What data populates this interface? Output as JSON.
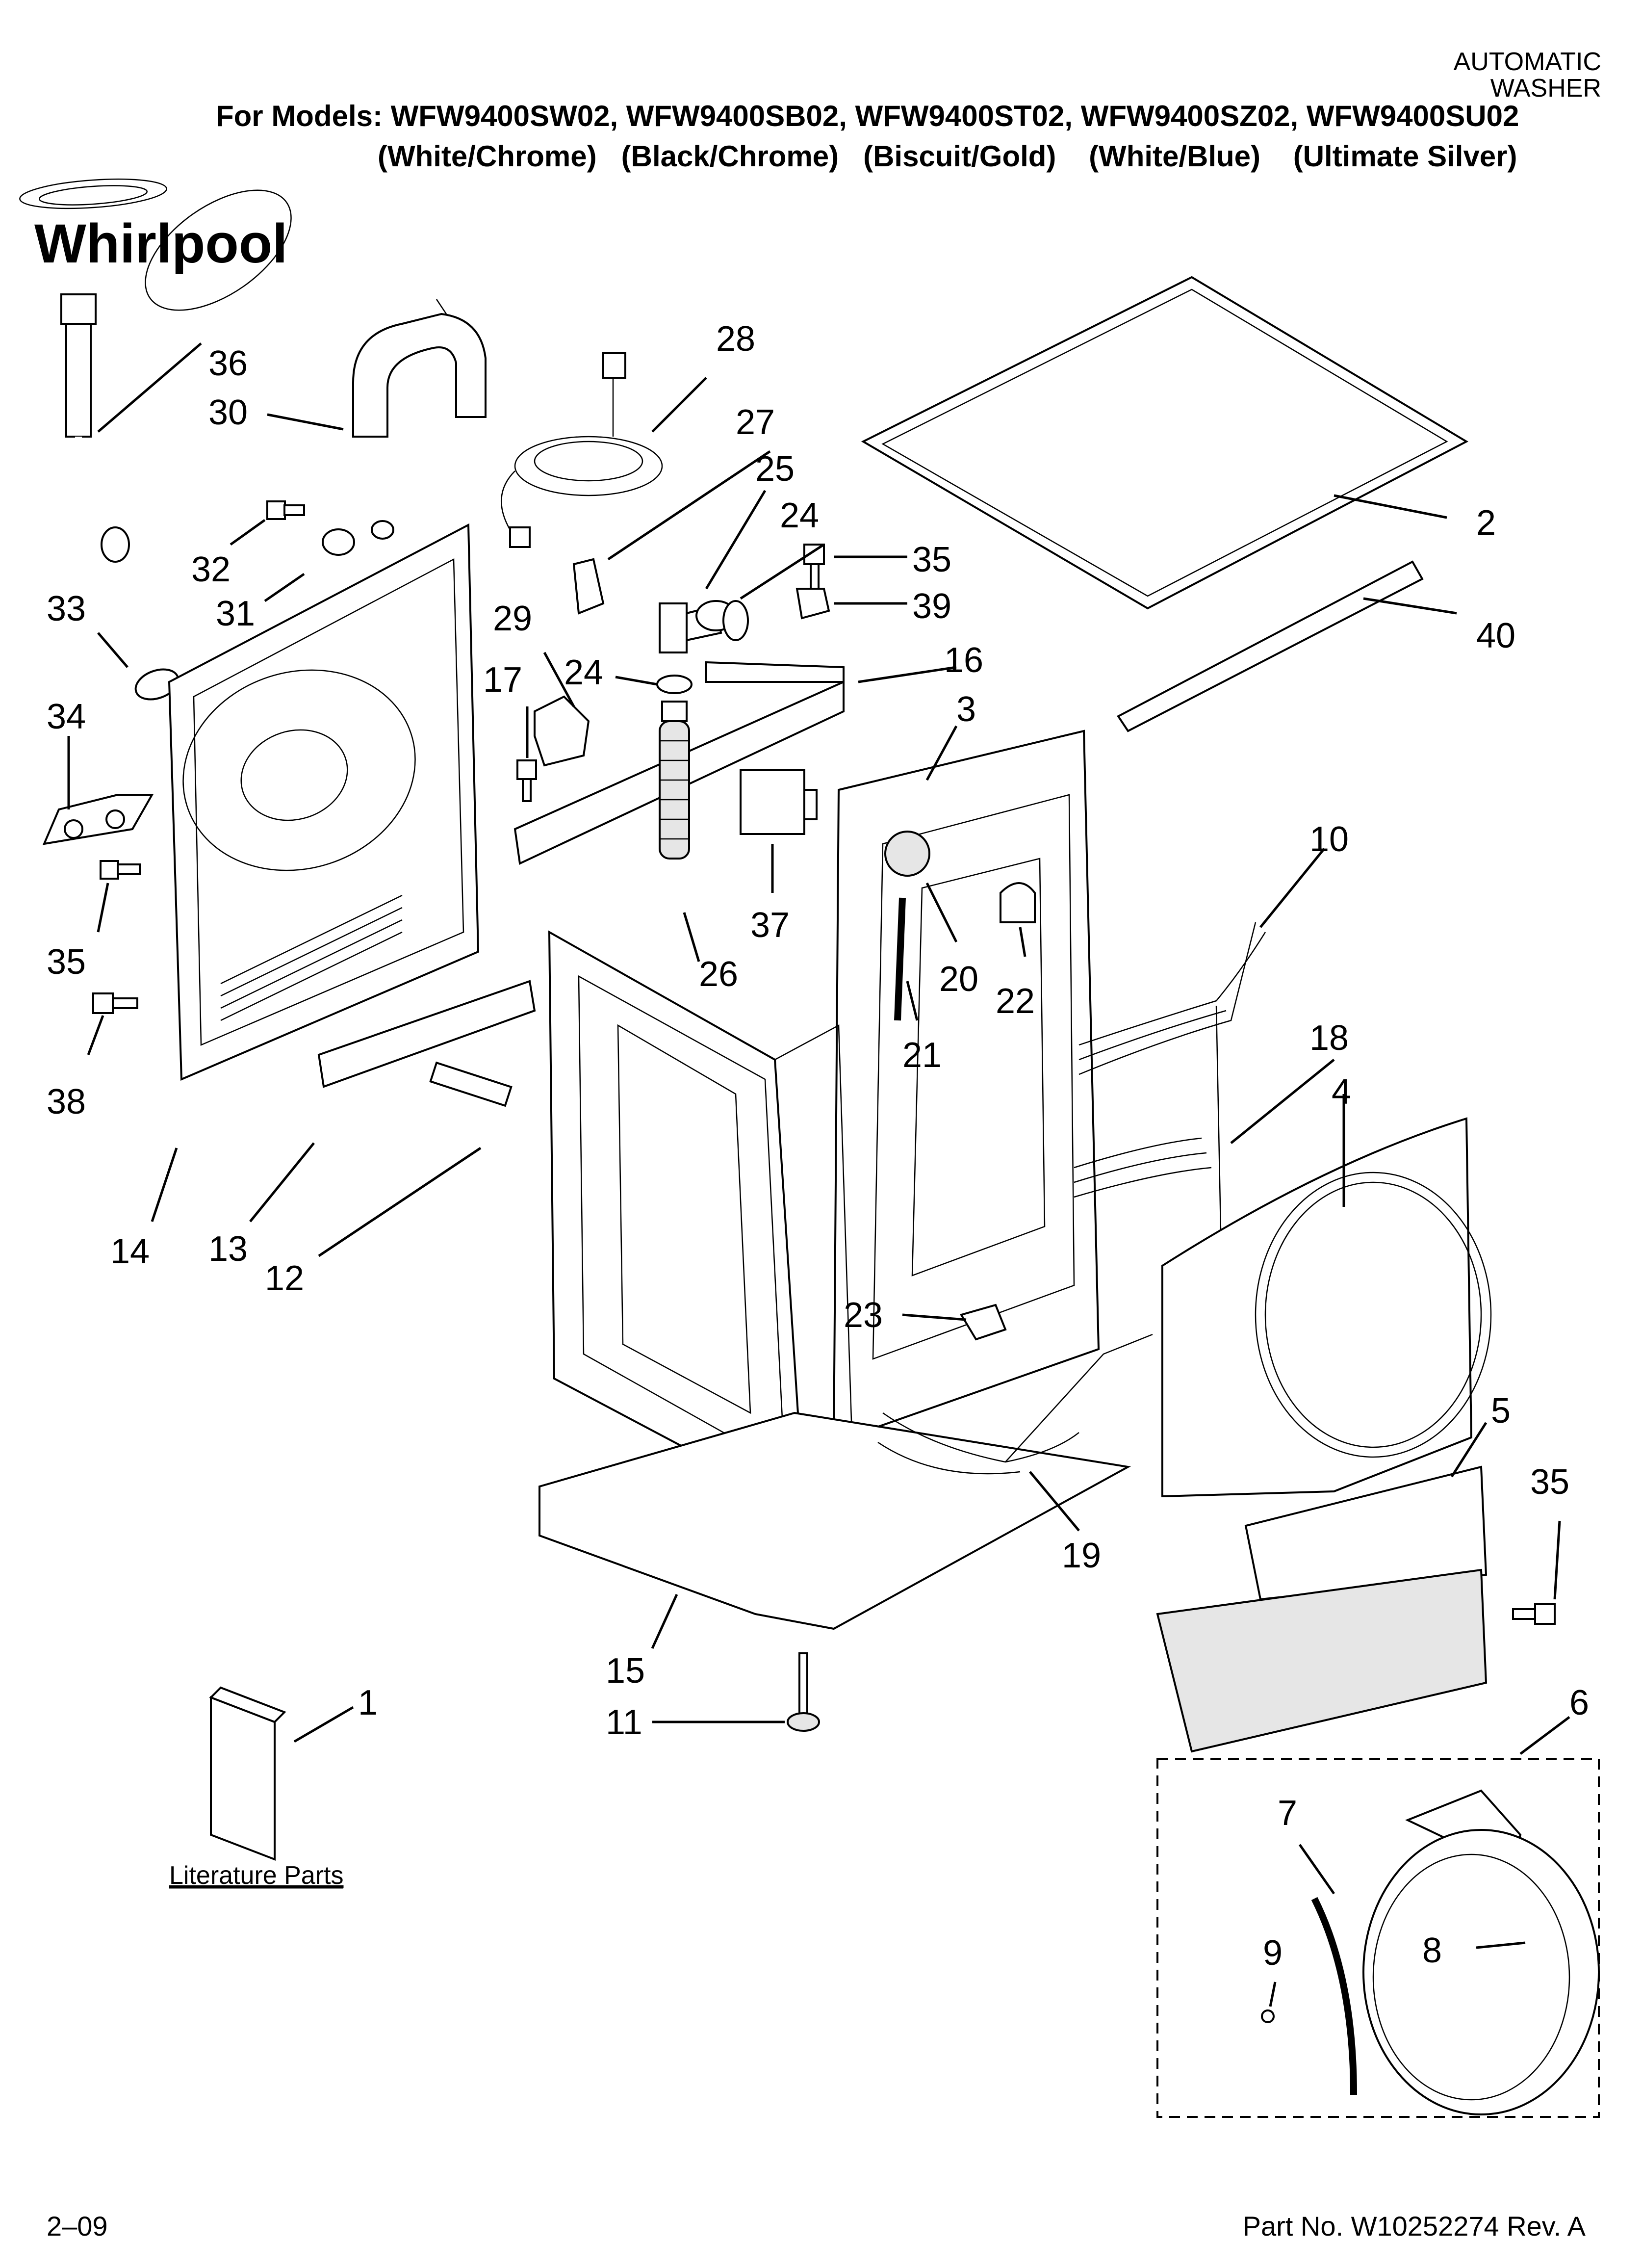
{
  "header": {
    "doc_type_line1": "AUTOMATIC",
    "doc_type_line2": "WASHER",
    "models_line": "For Models: WFW9400SW02, WFW9400SB02, WFW9400ST02, WFW9400SZ02, WFW9400SU02",
    "colors_line": "(White/Chrome)   (Black/Chrome)   (Biscuit/Gold)    (White/Blue)    (Ultimate Silver)"
  },
  "brand": {
    "logo_text": "Whirlpool"
  },
  "callouts": {
    "c1": "1",
    "c2": "2",
    "c3": "3",
    "c4": "4",
    "c5": "5",
    "c6": "6",
    "c7": "7",
    "c8": "8",
    "c9": "9",
    "c10": "10",
    "c11": "11",
    "c12": "12",
    "c13": "13",
    "c14": "14",
    "c15": "15",
    "c16": "16",
    "c17": "17",
    "c18": "18",
    "c19": "19",
    "c20": "20",
    "c21": "21",
    "c22": "22",
    "c23": "23",
    "c24a": "24",
    "c24b": "24",
    "c25": "25",
    "c26": "26",
    "c27": "27",
    "c28": "28",
    "c29": "29",
    "c30": "30",
    "c31": "31",
    "c32": "32",
    "c33": "33",
    "c34": "34",
    "c35a": "35",
    "c35b": "35",
    "c35c": "35",
    "c36": "36",
    "c37": "37",
    "c38": "38",
    "c39": "39",
    "c40": "40"
  },
  "literature_label": "Literature Parts",
  "footer": {
    "date": "2–09",
    "part_number": "Part No. W10252274 Rev. A"
  }
}
